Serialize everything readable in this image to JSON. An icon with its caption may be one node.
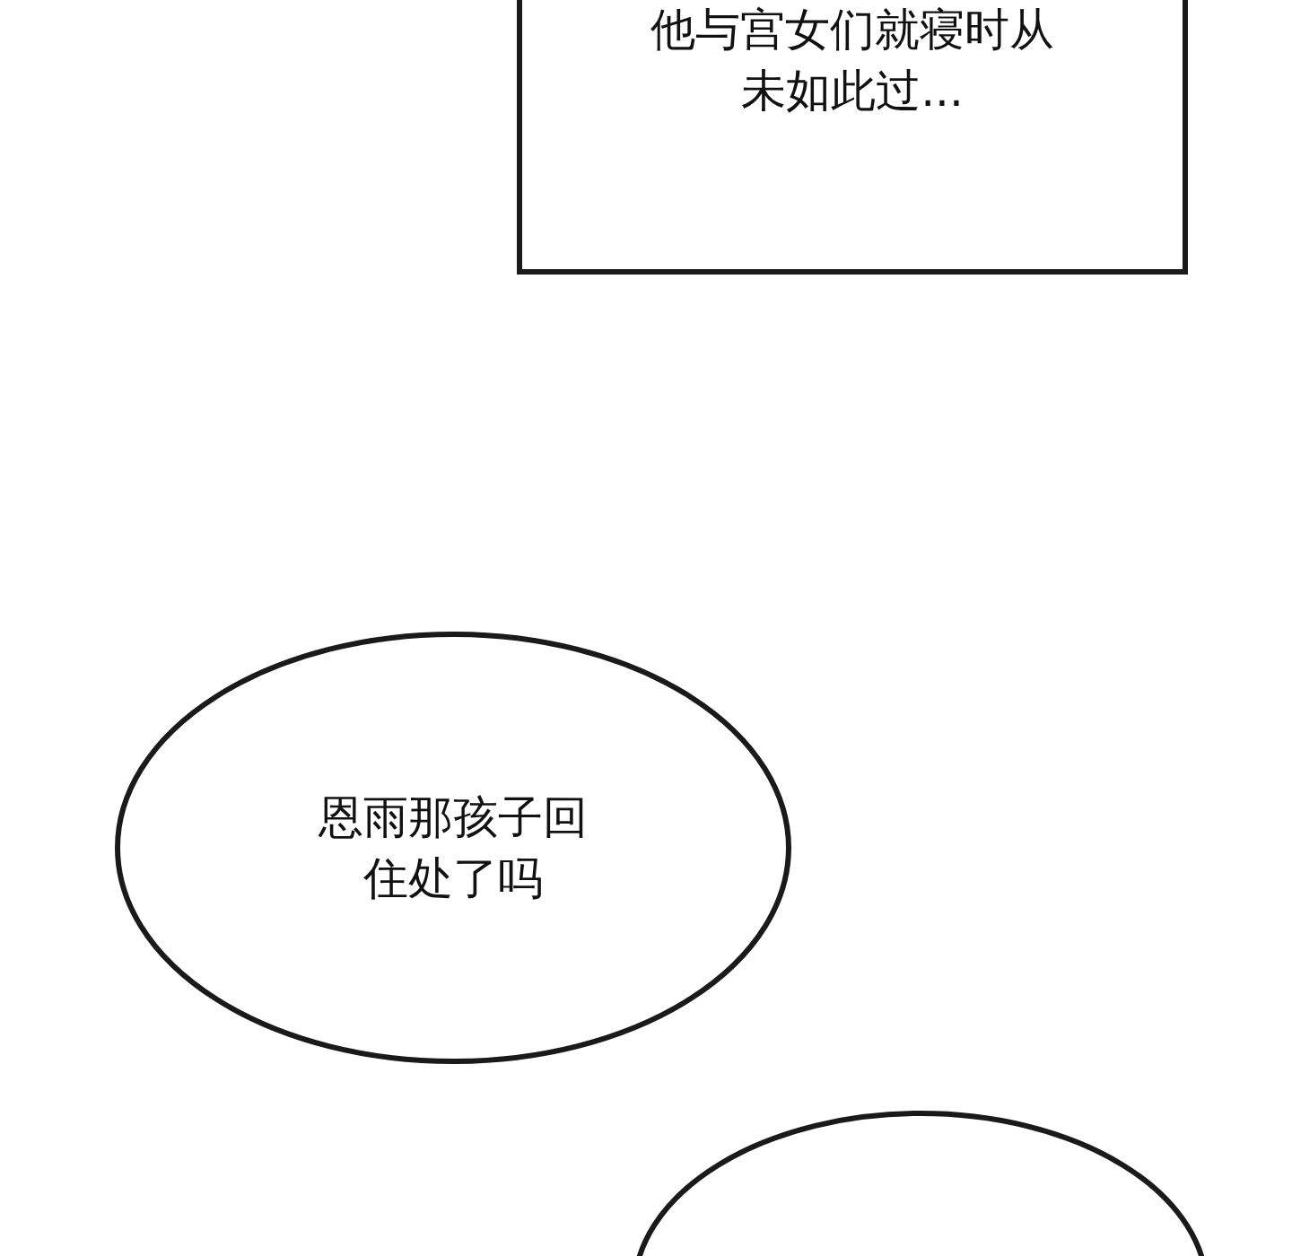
{
  "diagram": {
    "nodes": [
      {
        "text": [
          "他与宫女们就寝时从未如此过..."
        ]
      },
      {
        "text": [
          "恩雨那孩子回住处了吗"
        ]
      },
      {
        "text": [],
        "shape": "ellipse"
      }
    ]
  }
}
